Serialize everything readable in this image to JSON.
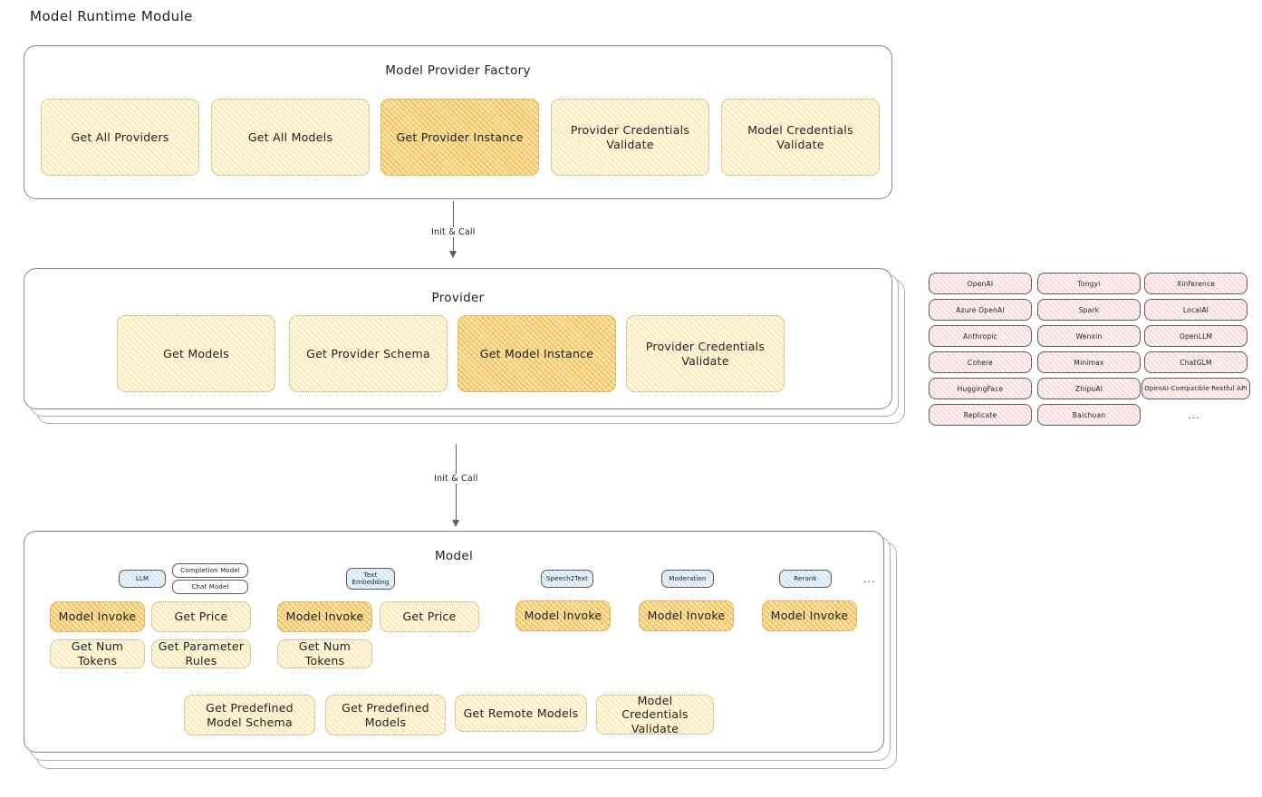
{
  "title": "Model Runtime Module",
  "factory": {
    "title": "Model Provider Factory",
    "cards": [
      {
        "label": "Get All Providers",
        "highlight": false
      },
      {
        "label": "Get All Models",
        "highlight": false
      },
      {
        "label": "Get Provider Instance",
        "highlight": true
      },
      {
        "label": "Provider Credentials Validate",
        "highlight": false
      },
      {
        "label": "Model Credentials Validate",
        "highlight": false
      }
    ]
  },
  "connector1": {
    "label": "Init & Call"
  },
  "connector2": {
    "label": "Init & Call"
  },
  "provider": {
    "title": "Provider",
    "cards": [
      {
        "label": "Get Models",
        "highlight": false
      },
      {
        "label": "Get Provider Schema",
        "highlight": false
      },
      {
        "label": "Get Model Instance",
        "highlight": true
      },
      {
        "label": "Provider Credentials Validate",
        "highlight": false
      }
    ]
  },
  "provider_list": {
    "columns": [
      {
        "items": [
          "OpenAI",
          "Azure OpenAI",
          "Anthropic",
          "Cohere",
          "HuggingFace",
          "Replicate"
        ]
      },
      {
        "items": [
          "Tongyi",
          "Spark",
          "Wenxin",
          "Minimax",
          "ZhipuAI",
          "Baichuan"
        ]
      },
      {
        "items": [
          "Xinference",
          "LocalAI",
          "OpenLLM",
          "ChatGLM",
          "OpenAI-Compatible Restful API"
        ]
      }
    ],
    "more": "..."
  },
  "model": {
    "title": "Model",
    "more": "...",
    "groups": [
      {
        "badge": "LLM",
        "sub_badges": [
          "Completion Model",
          "Chat Model"
        ],
        "cards": [
          {
            "label": "Model Invoke",
            "highlight": true
          },
          {
            "label": "Get Price",
            "highlight": false
          },
          {
            "label": "Get Num Tokens",
            "highlight": false
          },
          {
            "label": "Get Parameter Rules",
            "highlight": false
          }
        ]
      },
      {
        "badge": "Text Embedding",
        "sub_badges": [],
        "cards": [
          {
            "label": "Model Invoke",
            "highlight": true
          },
          {
            "label": "Get Price",
            "highlight": false
          },
          {
            "label": "Get Num Tokens",
            "highlight": false
          }
        ]
      },
      {
        "badge": "Speech2Text",
        "sub_badges": [],
        "cards": [
          {
            "label": "Model Invoke",
            "highlight": true
          }
        ]
      },
      {
        "badge": "Moderation",
        "sub_badges": [],
        "cards": [
          {
            "label": "Model Invoke",
            "highlight": true
          }
        ]
      },
      {
        "badge": "Rerank",
        "sub_badges": [],
        "cards": [
          {
            "label": "Model Invoke",
            "highlight": true
          }
        ]
      }
    ],
    "common_cards": [
      {
        "label": "Get Predefined Model Schema"
      },
      {
        "label": "Get Predefined Models"
      },
      {
        "label": "Get Remote Models"
      },
      {
        "label": "Model Credentials Validate"
      }
    ]
  },
  "colors": {
    "card_fill": "#fdf6dd",
    "card_fill_dark": "#fbe3a8",
    "chip_fill": "#fdf0f0",
    "badge_fill": "#e8f2fb",
    "stroke": "#868686",
    "text": "#1e1e1e"
  }
}
